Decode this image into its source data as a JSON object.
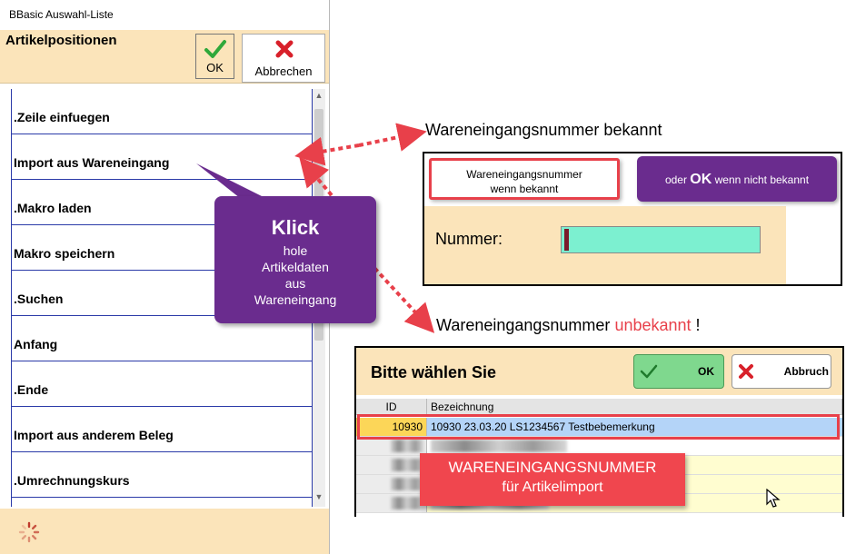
{
  "dialog": {
    "window_title": "BBasic Auswahl-Liste",
    "header_title": "Artikelpositionen",
    "ok_label": "OK",
    "cancel_label": "Abbrechen",
    "items": [
      ".Zeile einfuegen",
      "Import aus Wareneingang",
      ".Makro laden",
      "Makro speichern",
      ".Suchen",
      "Anfang",
      ".Ende",
      "Import aus anderem Beleg",
      ".Umrechnungskurs"
    ]
  },
  "callout_klick": {
    "title": "Klick",
    "lines": [
      "hole",
      "Artikeldaten",
      "aus",
      "Wareneingang"
    ]
  },
  "annotations": {
    "known": "Wareneingangsnummer bekannt",
    "unknown_prefix": "Wareneingangsnummer ",
    "unknown_word": "unbekannt",
    "unknown_suffix": " !"
  },
  "panel_known": {
    "hint_line1": "Wareneingangsnummer",
    "hint_line2": "wenn bekannt",
    "ok_hint_prefix": "oder ",
    "ok_hint_bold": "OK",
    "ok_hint_suffix": " wenn nicht bekannt",
    "field_label": "Nummer:"
  },
  "panel_unknown": {
    "title": "Bitte wählen Sie",
    "ok_label": "OK",
    "cancel_label": "Abbruch",
    "columns": [
      "ID",
      "Bezeichnung"
    ],
    "selected_row": {
      "id": "10930",
      "text": "10930  23.03.20  LS1234567  Testbebemerkung"
    }
  },
  "callout_wen": {
    "line1": "WARENEINGANGSNUMMER",
    "line2": "für Artikelimport"
  },
  "colors": {
    "panel_bg": "#fbe4ba",
    "purple": "#6a2c8e",
    "red": "#e8404a",
    "list_border": "#2a3aa8"
  }
}
